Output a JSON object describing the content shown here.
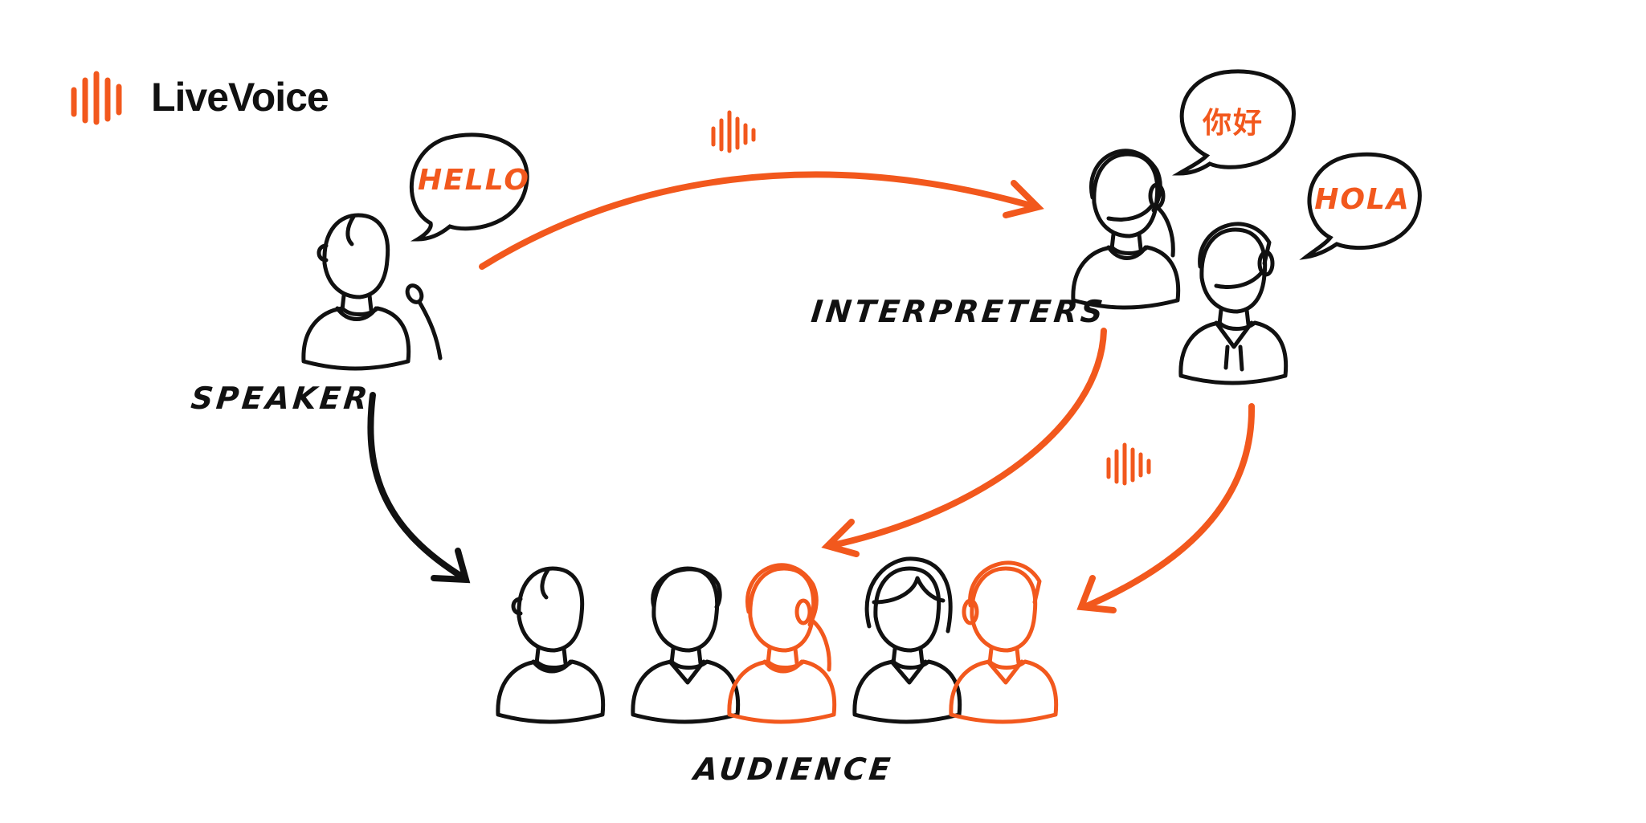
{
  "brand": {
    "name": "LiveVoice"
  },
  "colors": {
    "accent": "#f2581d",
    "ink": "#111111",
    "background": "#ffffff"
  },
  "labels": {
    "speaker": "SPEAKER",
    "interpreters": "INTERPRETERS",
    "audience": "AUDIENCE"
  },
  "bubbles": {
    "speaker": "HELLO",
    "interpreter_1": "你好",
    "interpreter_2": "HOLA"
  },
  "icons": [
    "soundwave-icon",
    "person-icon",
    "headset-icon",
    "microphone-icon",
    "speech-bubble-icon",
    "arrow-icon"
  ]
}
